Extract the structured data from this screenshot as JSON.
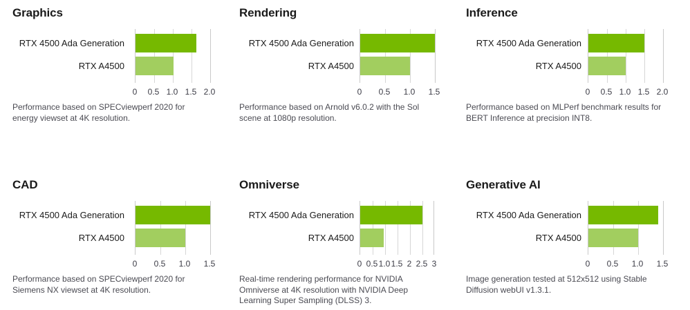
{
  "page": {
    "series_names": [
      "RTX 4500 Ada Generation",
      "RTX A4500"
    ],
    "colors": {
      "dark_green": "#76b900",
      "light_green": "#a2ce5f",
      "axis_text": "#3c3c46",
      "caption_text": "#4a4a52",
      "title_text": "#1a1a1a",
      "gridline": "#d6d6d6"
    }
  },
  "chart_data": [
    {
      "type": "bar",
      "orientation": "horizontal",
      "title": "Graphics",
      "categories": [
        "RTX 4500 Ada Generation",
        "RTX A4500"
      ],
      "values": [
        1.6,
        1.0
      ],
      "ticks": [
        "0",
        "0.5",
        "1.0",
        "1.5",
        "2.0"
      ],
      "tick_values": [
        0,
        0.5,
        1.0,
        1.5,
        2.0
      ],
      "xlim": [
        0,
        2.0
      ],
      "ylabel": "",
      "xlabel": "",
      "grid": true,
      "legend": "none",
      "caption": "Performance based on SPECviewperf 2020 for\nenergy viewset at 4K resolution."
    },
    {
      "type": "bar",
      "orientation": "horizontal",
      "title": "Rendering",
      "categories": [
        "RTX 4500 Ada Generation",
        "RTX A4500"
      ],
      "values": [
        1.48,
        1.0
      ],
      "ticks": [
        "0",
        "0.5",
        "1.0",
        "1.5"
      ],
      "tick_values": [
        0,
        0.5,
        1.0,
        1.5
      ],
      "xlim": [
        0,
        1.5
      ],
      "ylabel": "",
      "xlabel": "",
      "grid": true,
      "legend": "none",
      "caption": "Performance based on Arnold v6.0.2 with the Sol\nscene at 1080p resolution."
    },
    {
      "type": "bar",
      "orientation": "horizontal",
      "title": "Inference",
      "categories": [
        "RTX 4500 Ada Generation",
        "RTX A4500"
      ],
      "values": [
        1.5,
        1.0
      ],
      "ticks": [
        "0",
        "0.5",
        "1.0",
        "1.5",
        "2.0"
      ],
      "tick_values": [
        0,
        0.5,
        1.0,
        1.5,
        2.0
      ],
      "xlim": [
        0,
        2.0
      ],
      "ylabel": "",
      "xlabel": "",
      "grid": true,
      "legend": "none",
      "caption": "Performance based on MLPerf benchmark results for\nBERT Inference at precision INT8."
    },
    {
      "type": "bar",
      "orientation": "horizontal",
      "title": "CAD",
      "categories": [
        "RTX 4500 Ada Generation",
        "RTX A4500"
      ],
      "values": [
        1.48,
        1.0
      ],
      "ticks": [
        "0",
        "0.5",
        "1.0",
        "1.5"
      ],
      "tick_values": [
        0,
        0.5,
        1.0,
        1.5
      ],
      "xlim": [
        0,
        1.5
      ],
      "ylabel": "",
      "xlabel": "",
      "grid": true,
      "legend": "none",
      "caption": "Performance based on SPECviewperf 2020 for\nSiemens NX viewset at 4K resolution."
    },
    {
      "type": "bar",
      "orientation": "horizontal",
      "title": "Omniverse",
      "categories": [
        "RTX 4500 Ada Generation",
        "RTX A4500"
      ],
      "values": [
        2.5,
        1.0
      ],
      "ticks": [
        "0",
        "0.5",
        "1.0",
        "1.5",
        "2",
        "2.5",
        "3"
      ],
      "tick_values": [
        0,
        0.5,
        1.0,
        1.5,
        2,
        2.5,
        3
      ],
      "xlim": [
        0,
        3
      ],
      "ylabel": "",
      "xlabel": "",
      "grid": true,
      "legend": "none",
      "caption": "Real-time rendering performance for NVIDIA\nOmniverse at 4K resolution with NVIDIA Deep\nLearning Super Sampling (DLSS) 3."
    },
    {
      "type": "bar",
      "orientation": "horizontal",
      "title": "Generative AI",
      "categories": [
        "RTX 4500 Ada Generation",
        "RTX A4500"
      ],
      "values": [
        1.4,
        1.0
      ],
      "ticks": [
        "0",
        "0.5",
        "1.0",
        "1.5"
      ],
      "tick_values": [
        0,
        0.5,
        1.0,
        1.5
      ],
      "xlim": [
        0,
        1.5
      ],
      "ylabel": "",
      "xlabel": "",
      "grid": true,
      "legend": "none",
      "caption": "Image generation tested at 512x512 using Stable\nDiffusion webUI v1.3.1."
    }
  ]
}
